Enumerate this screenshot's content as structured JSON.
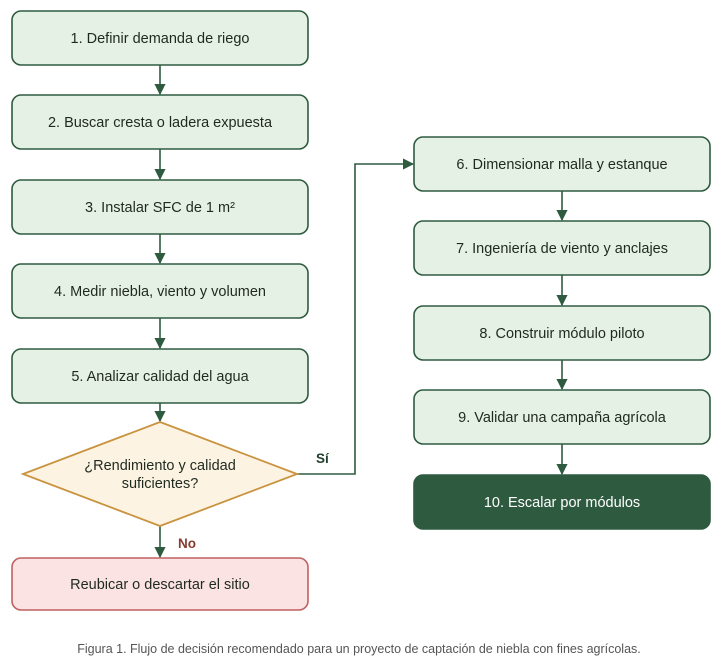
{
  "colors": {
    "step_fill": "#e6f1e6",
    "step_stroke": "#2e5b40",
    "final_fill": "#2e5b40",
    "decision_fill": "#fdf3e2",
    "decision_stroke": "#c9933f",
    "reject_fill": "#fbe3e3",
    "reject_stroke": "#c06060",
    "arrow": "#2e5b40",
    "yes_label": "#1f3d2a",
    "no_label": "#8a3a30"
  },
  "steps_left": [
    "1. Definir demanda de riego",
    "2. Buscar cresta o ladera expuesta",
    "3. Instalar SFC de 1 m²",
    "4. Medir niebla, viento y volumen",
    "5. Analizar calidad del agua"
  ],
  "decision": {
    "lines": [
      "¿Rendimiento y calidad",
      "suficientes?"
    ],
    "yes_label": "Sí",
    "no_label": "No"
  },
  "reject": "Reubicar o descartar el sitio",
  "steps_right": [
    "6. Dimensionar malla y estanque",
    "7. Ingeniería de viento y anclajes",
    "8. Construir módulo piloto",
    "9. Validar una campaña agrícola"
  ],
  "final_step": "10. Escalar por módulos",
  "caption": "Figura 1. Flujo de decisión recomendado para un proyecto de captación de niebla con fines agrícolas."
}
